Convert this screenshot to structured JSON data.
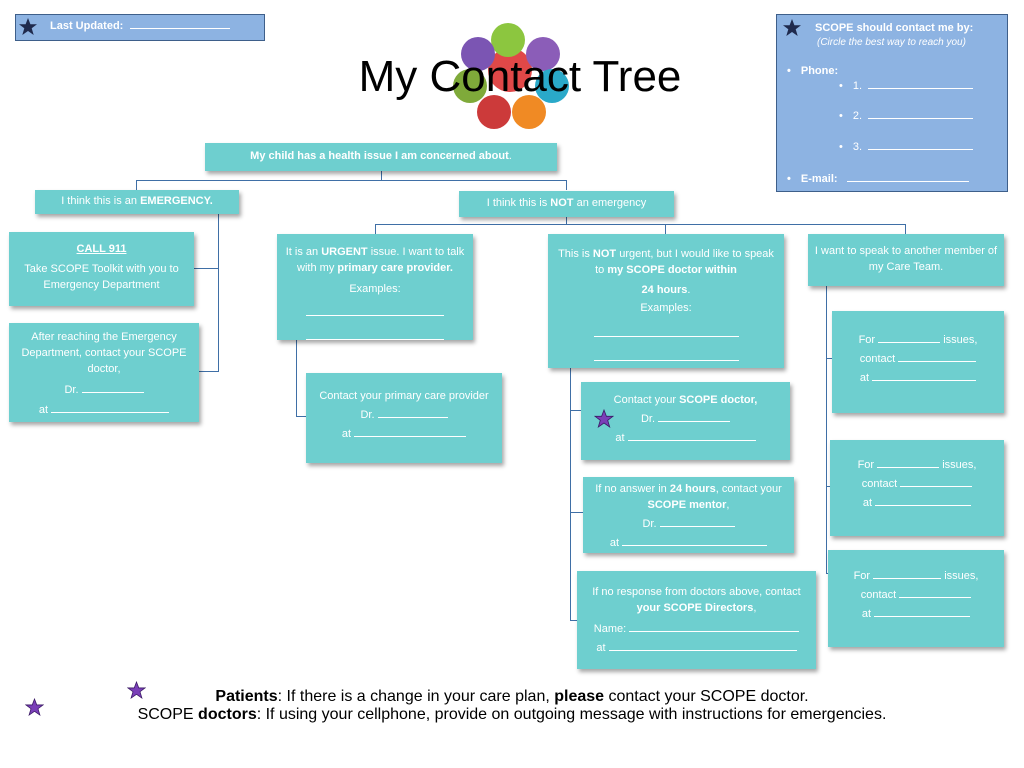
{
  "header": {
    "last_updated_label": "Last Updated:",
    "title": "My Contact Tree"
  },
  "contact_box": {
    "heading": "SCOPE should contact me by:",
    "subheading": "(Circle the best way to reach you)",
    "phone_label": "Phone:",
    "phone_items": [
      "1.",
      "2.",
      "3."
    ],
    "email_label": "E-mail:"
  },
  "tree": {
    "root": {
      "pre": "My child has a health issue I am concerned about",
      "post": "."
    },
    "emergency": {
      "pre": "I think this is an ",
      "bold": "EMERGENCY."
    },
    "not_emergency": {
      "pre": "I think this is ",
      "bold": "NOT",
      "post": " an emergency"
    },
    "call911": {
      "heading": "CALL 911",
      "text": "Take SCOPE Toolkit with you to Emergency Department"
    },
    "after_er": {
      "text": "After reaching the Emergency Department, contact your SCOPE doctor,",
      "dr": "Dr.",
      "at": "at"
    },
    "urgent": {
      "pre": "It is an ",
      "bold1": "URGENT",
      "mid": "  issue.  I want to talk with my ",
      "bold2": "primary care provider.",
      "examples": "Examples:"
    },
    "contact_pcp": {
      "text": "Contact your  primary care provider",
      "dr": "Dr.",
      "at": "at"
    },
    "not_urgent": {
      "pre": "This is ",
      "bold1": "NOT",
      "mid": " urgent, but I would like to speak to ",
      "bold2": "my SCOPE doctor within",
      "bold3": "24 hours",
      "post": ".",
      "examples": "Examples:"
    },
    "contact_scope_doctor": {
      "pre": "Contact your ",
      "bold": "SCOPE doctor,",
      "dr": "Dr.",
      "at": "at"
    },
    "no_answer": {
      "pre": "If no answer in ",
      "bold1": "24 hours",
      "mid": ", contact your ",
      "bold2": "SCOPE mentor",
      "post": ",",
      "dr": "Dr.",
      "at": "at"
    },
    "no_response": {
      "pre": "If no response  from doctors above, contact ",
      "bold": "your SCOPE Directors",
      "post": ",",
      "name": "Name:",
      "at": "at"
    },
    "care_team": {
      "text": "I want to speak to another member of my Care Team",
      "post": "."
    },
    "for_issue": {
      "for": "For",
      "issues": "issues,",
      "contact": "contact",
      "at": "at"
    }
  },
  "footer": {
    "line1_bold1": "Patients",
    "line1_a": ":  If there is a change in your care plan, ",
    "line1_bold2": "please",
    "line1_b": " contact your SCOPE doctor.",
    "line2_a": "SCOPE ",
    "line2_bold": "doctors",
    "line2_b": ":  If using your cellphone, provide on outgoing message with instructions for emergencies."
  },
  "colors": {
    "box": "#6ecfcf",
    "blue_box": "#8db3e2",
    "connector": "#3f6fa6",
    "star_dark": "#1f2a4d",
    "star_purple": "#7a3fb8"
  }
}
